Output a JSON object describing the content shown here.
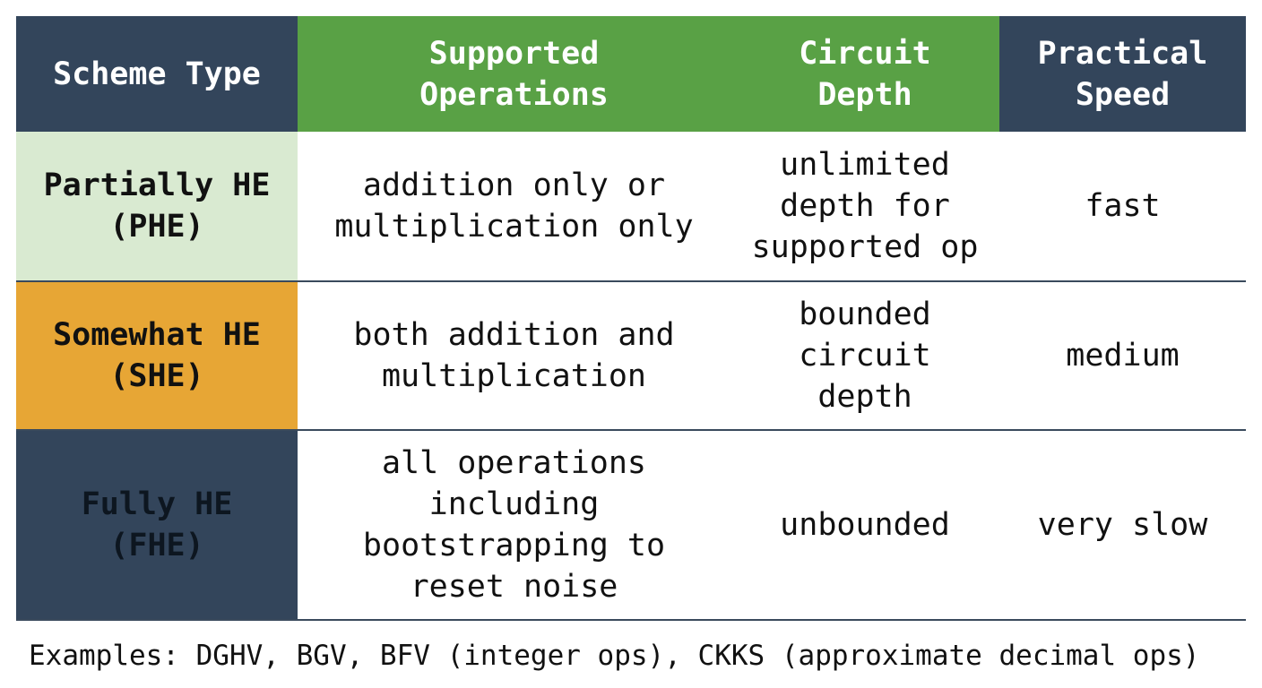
{
  "table": {
    "headers": [
      "Scheme Type",
      "Supported\nOperations",
      "Circuit\nDepth",
      "Practical\nSpeed"
    ],
    "rows": [
      {
        "scheme": "Partially HE\n(PHE)",
        "operations": "addition only or\nmultiplication only",
        "depth": "unlimited\ndepth for\nsupported op",
        "speed": "fast"
      },
      {
        "scheme": "Somewhat HE\n(SHE)",
        "operations": "both addition and\nmultiplication",
        "depth": "bounded\ncircuit\ndepth",
        "speed": "medium"
      },
      {
        "scheme": "Fully HE\n(FHE)",
        "operations": "all operations\nincluding\nbootstrapping to\nreset noise",
        "depth": "unbounded",
        "speed": "very slow"
      }
    ]
  },
  "footer": "Examples: DGHV, BGV, BFV (integer ops), CKKS (approximate decimal ops)",
  "colors": {
    "header_navy": "#33455b",
    "header_green": "#59a145",
    "phe": "#d9ead1",
    "she": "#e7a635",
    "fhe": "#33455b"
  }
}
